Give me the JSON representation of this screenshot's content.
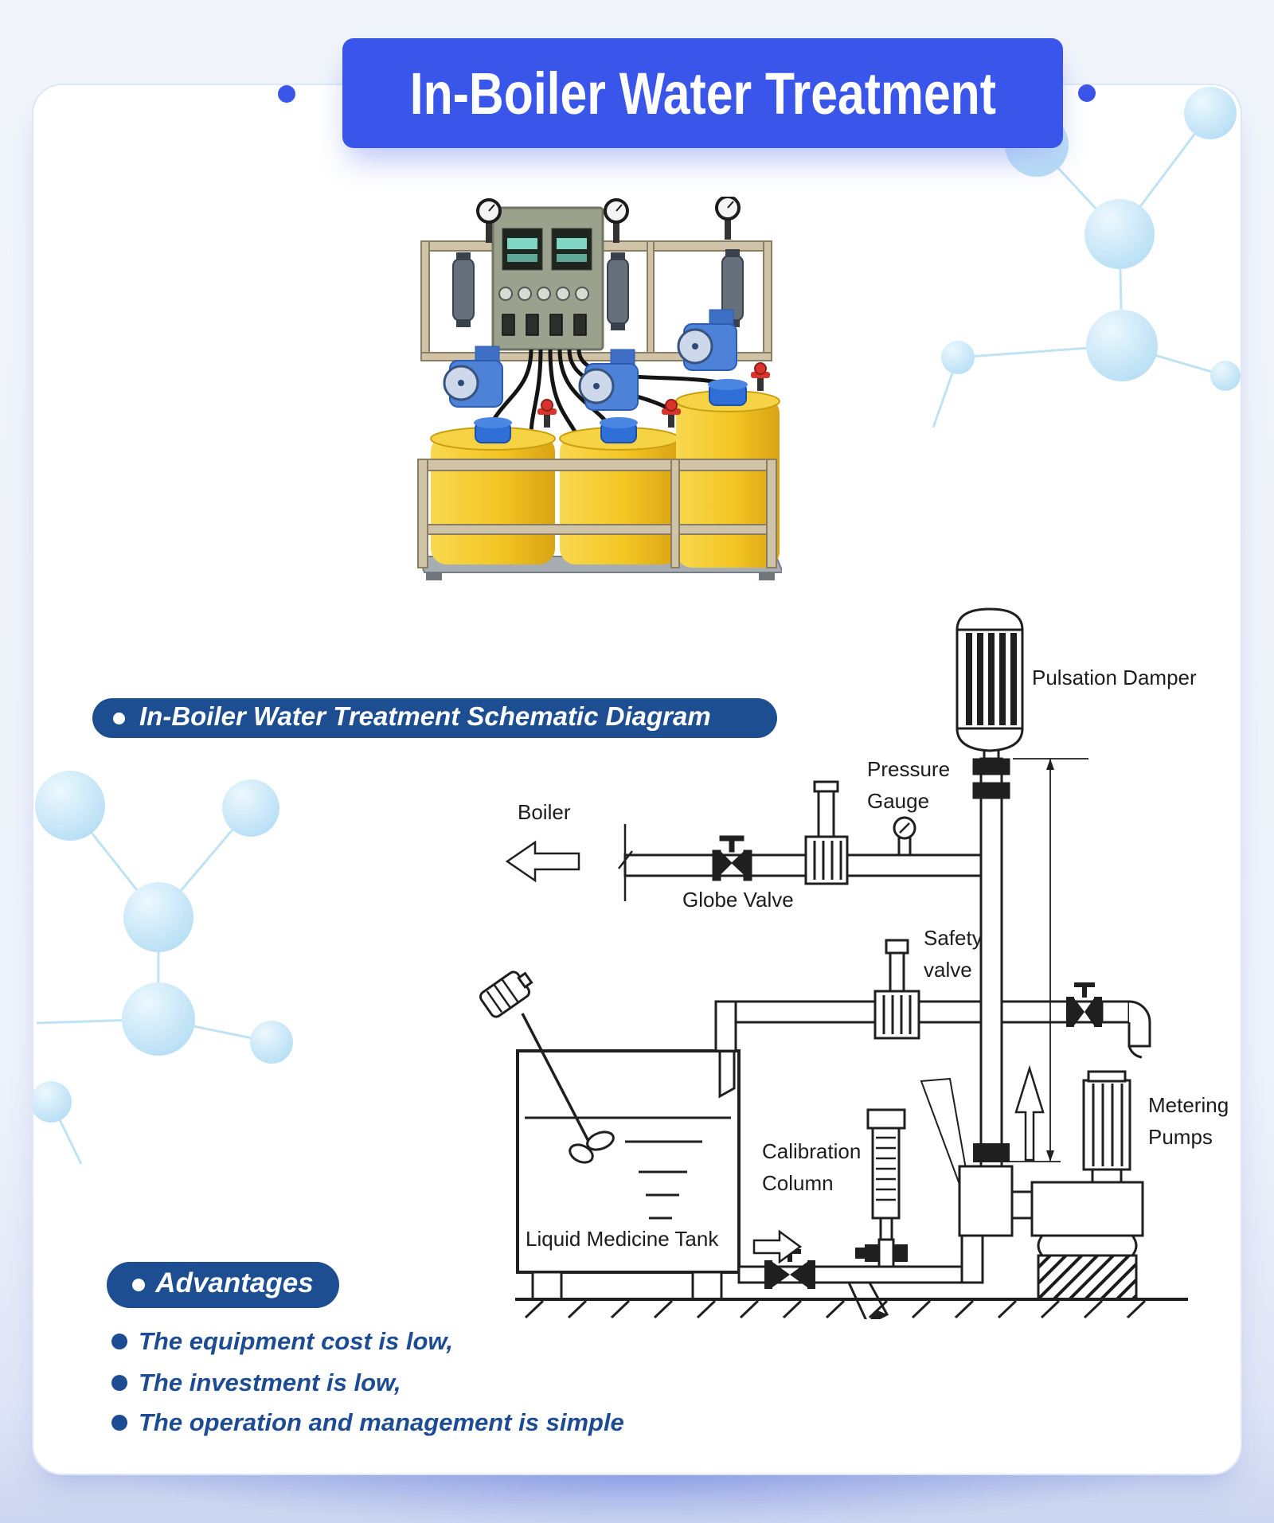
{
  "header": {
    "title": "In-Boiler Water Treatment"
  },
  "sections": {
    "schematic": {
      "title": "In-Boiler Water Treatment Schematic Diagram"
    },
    "advantages": {
      "title": "Advantages",
      "items": [
        "The equipment cost is low,",
        "The investment is low,",
        "The operation and management is simple"
      ]
    }
  },
  "diagram_labels": {
    "pulsation_damper": "Pulsation Damper",
    "pressure_gauge_line1": "Pressure",
    "pressure_gauge_line2": "Gauge",
    "boiler": "Boiler",
    "globe_valve": "Globe Valve",
    "safety_valve_line1": "Safety",
    "safety_valve_line2": "valve",
    "calibration_line1": "Calibration",
    "calibration_line2": "Column",
    "liquid_medicine_tank": "Liquid Medicine Tank",
    "metering_line1": "Metering",
    "metering_line2": "Pumps"
  },
  "colors": {
    "banner_blue": "#3a56ea",
    "pill_navy": "#1d4e92",
    "bullet_blue": "#1d4c93",
    "molecule_light_blue": "#bfe3f7",
    "tank_yellow": "#f3c623",
    "lid_blue": "#2f6fd6"
  }
}
